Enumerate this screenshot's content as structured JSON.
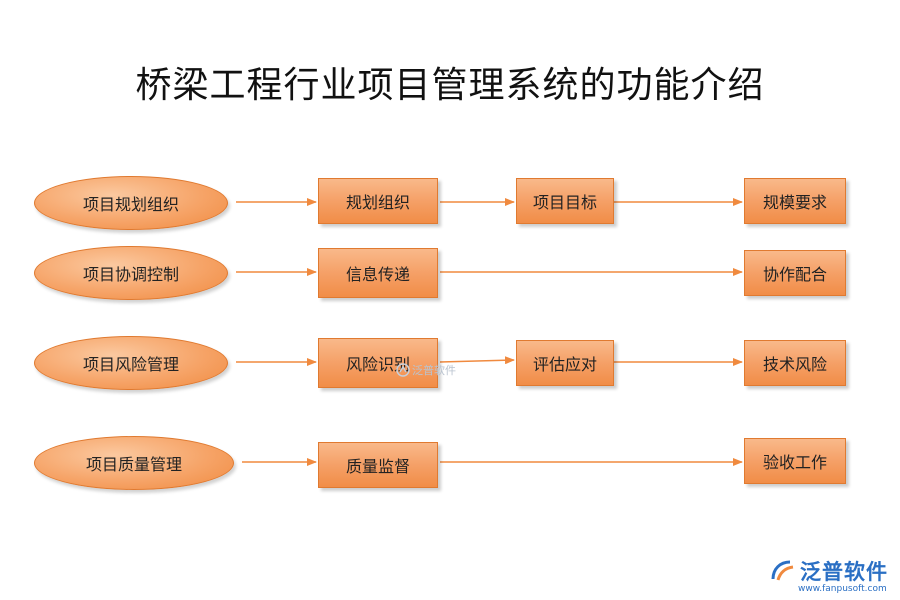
{
  "title": "桥梁工程行业项目管理系统的功能介绍",
  "rows": [
    {
      "category": "项目规划组织",
      "steps": [
        "规划组织",
        "项目目标",
        "规模要求"
      ]
    },
    {
      "category": "项目协调控制",
      "steps": [
        "信息传递",
        "协作配合"
      ]
    },
    {
      "category": "项目风险管理",
      "steps": [
        "风险识别",
        "评估应对",
        "技术风险"
      ]
    },
    {
      "category": "项目质量管理",
      "steps": [
        "质量监督",
        "验收工作"
      ]
    }
  ],
  "watermark": {
    "center_text": "泛普软件"
  },
  "logo": {
    "name": "泛普软件",
    "url": "www.fanpusoft.com"
  },
  "colors": {
    "fill": "#f5a067",
    "stroke": "#e07a30",
    "arrow": "#f08a3f",
    "logo": "#2a6fc4"
  }
}
